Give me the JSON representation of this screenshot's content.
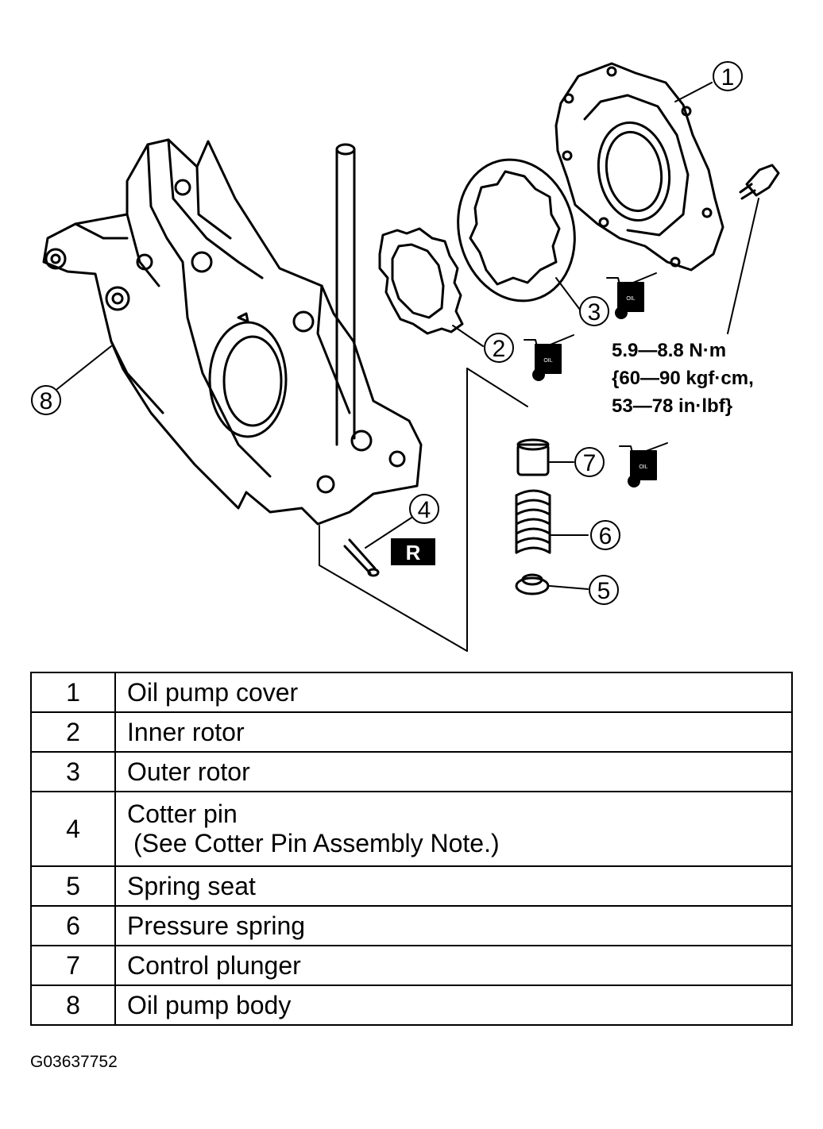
{
  "callouts": [
    "1",
    "2",
    "3",
    "4",
    "5",
    "6",
    "7",
    "8"
  ],
  "badge_r": "R",
  "oil_label": "OIL",
  "torque": {
    "line1": "5.9—8.8 N·m",
    "line2": "{60—90 kgf·cm,",
    "line3": "53—78 in·lbf}"
  },
  "parts": [
    {
      "num": "1",
      "desc": "Oil pump cover"
    },
    {
      "num": "2",
      "desc": "Inner rotor"
    },
    {
      "num": "3",
      "desc": "Outer rotor"
    },
    {
      "num": "4",
      "desc": "Cotter pin",
      "note": "(See Cotter Pin Assembly Note.)"
    },
    {
      "num": "5",
      "desc": "Spring seat"
    },
    {
      "num": "6",
      "desc": "Pressure spring"
    },
    {
      "num": "7",
      "desc": "Control plunger"
    },
    {
      "num": "8",
      "desc": "Oil pump body"
    }
  ],
  "figure_code": "G03637752"
}
